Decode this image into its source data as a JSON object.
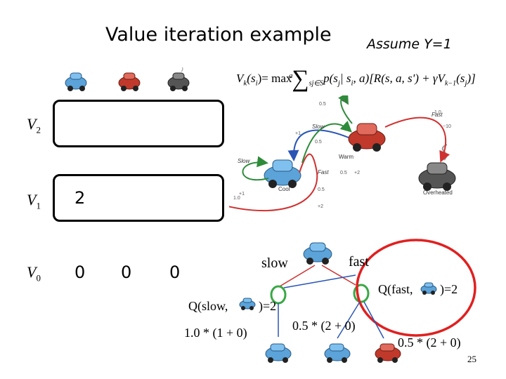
{
  "title": "Value iteration example",
  "assumption": "Assume Υ=1",
  "formula": {
    "lhs": "V",
    "lhs_sub": "k",
    "arg": "(s",
    "arg_sub": "i",
    "eq": ")= max",
    "max_sub": "a",
    "sum_sub": "s",
    "sum_sub_j": "j",
    "sum_sub_in": "∈S",
    "body": "p(s",
    "body_j": "j",
    "body_mid": "| s",
    "body_i": "i",
    "body_end": ", a)",
    "bracket": "[R(s, a, s') + γV",
    "v_sub": "k−1",
    "tail": "(s",
    "tail_j": "j",
    "close": ")]"
  },
  "mdp": {
    "states": {
      "cool": "Cool",
      "warm": "Warm",
      "overheated": "Overheated"
    },
    "actions": {
      "slow": "Slow",
      "fast": "Fast"
    },
    "edge_labels": {
      "warm_slow_self_p": "0.5",
      "warm_slow_self_r": "+1",
      "warm_slow_to_cool_p": "0.5",
      "warm_slow_to_cool_r": "+1",
      "warm_fast_over_p": "1.0",
      "warm_fast_over_r": "−10",
      "cool_slow_self_p": "1.0",
      "cool_slow_self_r": "+1",
      "cool_fast_warm_p": "0.5",
      "cool_fast_warm_r": "+2",
      "cool_fast_cool_p": "0.5",
      "cool_fast_cool_r": "+2"
    }
  },
  "rows": [
    {
      "label": "V",
      "sub": "2",
      "values": [
        "",
        "",
        ""
      ]
    },
    {
      "label": "V",
      "sub": "1",
      "values": [
        "2",
        "",
        ""
      ]
    },
    {
      "label": "V",
      "sub": "0",
      "values": [
        "0",
        "0",
        "0"
      ]
    }
  ],
  "tree": {
    "action_slow": "slow",
    "action_fast": "fast",
    "q_slow_prefix": "Q(slow,",
    "q_slow_suffix": ")=2",
    "q_fast_prefix": "Q(fast,",
    "q_fast_suffix": ")=2",
    "calc_slow": "1.0 * (1 + 0)",
    "calc_fast_a": "0.5 * (2 + 0)",
    "calc_fast_b": "0.5 * (2 + 0)"
  },
  "page_number": "25",
  "colors": {
    "cool": "#5ba3d9",
    "warm": "#c0392b",
    "overheated": "#555555",
    "arrow_green": "#2e8b3a",
    "arrow_blue": "#2a55b5",
    "arrow_red": "#d03030",
    "highlight_red": "#e02020",
    "node_green": "#3aa845"
  }
}
